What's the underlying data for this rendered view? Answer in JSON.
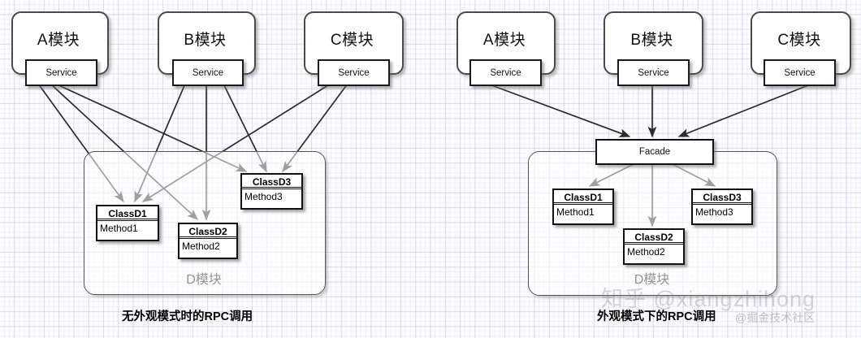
{
  "diagram": {
    "title_left": "无外观模式时的RPC调用",
    "title_right": "外观模式下的RPC调用",
    "panels": [
      {
        "id": "left",
        "caption": "无外观模式时的RPC调用",
        "modules": [
          {
            "label": "A模块",
            "service": "Service"
          },
          {
            "label": "B模块",
            "service": "Service"
          },
          {
            "label": "C模块",
            "service": "Service"
          }
        ],
        "container": {
          "label": "D模块"
        },
        "classes": [
          {
            "name": "ClassD1",
            "method": "Method1"
          },
          {
            "name": "ClassD2",
            "method": "Method2"
          },
          {
            "name": "ClassD3",
            "method": "Method3"
          }
        ],
        "facade": null,
        "edges": [
          {
            "from": "A模块.Service",
            "to": "ClassD1"
          },
          {
            "from": "A模块.Service",
            "to": "ClassD2"
          },
          {
            "from": "A模块.Service",
            "to": "ClassD3"
          },
          {
            "from": "B模块.Service",
            "to": "ClassD1"
          },
          {
            "from": "B模块.Service",
            "to": "ClassD2"
          },
          {
            "from": "B模块.Service",
            "to": "ClassD3"
          },
          {
            "from": "C模块.Service",
            "to": "ClassD1"
          },
          {
            "from": "C模块.Service",
            "to": "ClassD3"
          }
        ]
      },
      {
        "id": "right",
        "caption": "外观模式下的RPC调用",
        "modules": [
          {
            "label": "A模块",
            "service": "Service"
          },
          {
            "label": "B模块",
            "service": "Service"
          },
          {
            "label": "C模块",
            "service": "Service"
          }
        ],
        "container": {
          "label": "D模块"
        },
        "classes": [
          {
            "name": "ClassD1",
            "method": "Method1"
          },
          {
            "name": "ClassD2",
            "method": "Method2"
          },
          {
            "name": "ClassD3",
            "method": "Method3"
          }
        ],
        "facade": {
          "label": "Facade"
        },
        "edges": [
          {
            "from": "A模块.Service",
            "to": "Facade"
          },
          {
            "from": "B模块.Service",
            "to": "Facade"
          },
          {
            "from": "C模块.Service",
            "to": "Facade"
          },
          {
            "from": "Facade",
            "to": "ClassD1"
          },
          {
            "from": "Facade",
            "to": "ClassD2"
          },
          {
            "from": "Facade",
            "to": "ClassD3"
          }
        ]
      }
    ]
  },
  "watermarks": {
    "primary": "知乎 @xiangzhihong",
    "secondary": "@掘金技术社区"
  },
  "colors": {
    "background": "#fdfdff",
    "grid_major": "#c5c7e7",
    "grid_minor": "#dbddf0",
    "box_border": "#111111",
    "module_border": "#4a4a4a",
    "edge": "#2b2b2b",
    "text": "#111111"
  }
}
